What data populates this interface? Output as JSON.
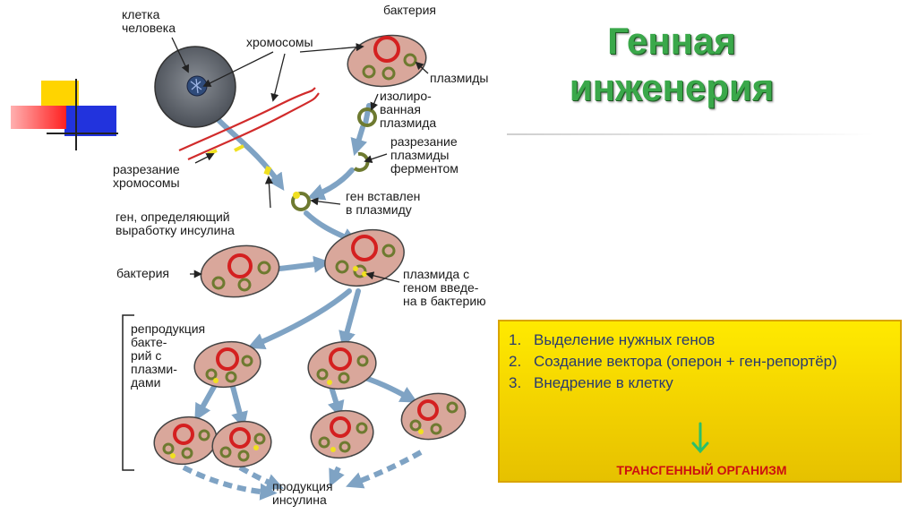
{
  "title": {
    "line1": "Генная",
    "line2": "инженерия"
  },
  "labels": {
    "human_cell": "клетка\nчеловека",
    "chromosomes": "хромосомы",
    "bacterium_top": "бактерия",
    "plasmids": "плазмиды",
    "isolated_plasmid": "изолиро-\nванная\nплазмида",
    "plasmid_cut": "разрезание\nплазмиды\nферментом",
    "chromosome_cut": "разрезание\nхромосомы",
    "gene_inserted": "ген вставлен\nв плазмиду",
    "insulin_gene": "ген, определяющий\nвыработку инсулина",
    "bacterium_mid": "бактерия",
    "plasmid_in_bacterium": "плазмида с\nгеном введе-\nна в бактерию",
    "reproduction": "репродукция\nбакте-\nрий с\nплазми-\nдами",
    "insulin_production": "продукция\nинсулина"
  },
  "steps": [
    {
      "num": "1.",
      "text": "Выделение нужных генов"
    },
    {
      "num": "2.",
      "text": "Создание вектора (оперон + ген-репортёр)"
    },
    {
      "num": "3.",
      "text": "Внедрение в клетку"
    }
  ],
  "result": "ТРАНСГЕННЫЙ ОРГАНИЗМ",
  "colors": {
    "title_green": "#3aa84a",
    "box_yellow": "#f2d100",
    "step_text": "#2a3b6e",
    "result_red": "#cc1010",
    "bacterium_fill": "#d9a79b",
    "plasmid_red": "#d42020",
    "plasmid_green": "#6e7a30",
    "flow_arrow": "#7fa3c4",
    "arrow_green": "#2bbf6a"
  }
}
